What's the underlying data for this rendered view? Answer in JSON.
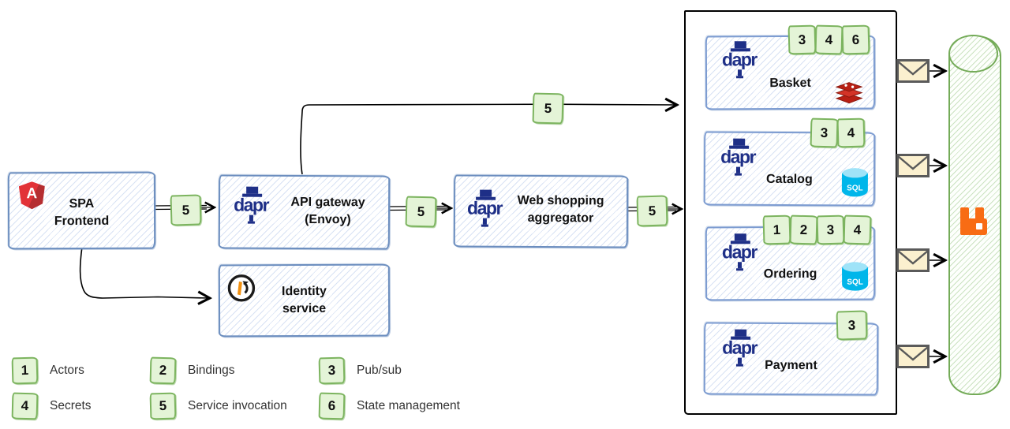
{
  "logos": {
    "dapr": "dapr",
    "angular": "A",
    "sql": "SQL"
  },
  "nodes": {
    "spa": {
      "label": "SPA\nFrontend"
    },
    "gateway": {
      "label": "API gateway\n(Envoy)"
    },
    "identity": {
      "label": "Identity\nservice"
    },
    "aggregator": {
      "label": "Web shopping\naggregator"
    },
    "basket": {
      "label": "Basket",
      "badges": [
        "3",
        "4",
        "6"
      ]
    },
    "catalog": {
      "label": "Catalog",
      "badges": [
        "3",
        "4"
      ]
    },
    "ordering": {
      "label": "Ordering",
      "badges": [
        "1",
        "2",
        "3",
        "4"
      ]
    },
    "payment": {
      "label": "Payment",
      "badges": [
        "3"
      ]
    }
  },
  "edges": {
    "spa_to_gateway": {
      "badge": "5"
    },
    "gateway_to_aggregator": {
      "badge": "5"
    },
    "aggregator_to_services": {
      "badge": "5"
    },
    "gateway_to_services": {
      "badge": "5"
    }
  },
  "legend": {
    "items": [
      {
        "num": "1",
        "label": "Actors"
      },
      {
        "num": "2",
        "label": "Bindings"
      },
      {
        "num": "3",
        "label": "Pub/sub"
      },
      {
        "num": "4",
        "label": "Secrets"
      },
      {
        "num": "5",
        "label": "Service invocation"
      },
      {
        "num": "6",
        "label": "State management"
      }
    ]
  },
  "colors": {
    "box_border_blue": "#6c8ebf",
    "badge_green_border": "#7cb45f",
    "badge_green_fill": "#e4f4d7",
    "dapr_navy": "#1e2f87",
    "angular_red": "#dd0031",
    "redis_red": "#c6302b",
    "sql_cyan": "#00b6ea",
    "rabbitmq_orange": "#ff6600",
    "bus_green": "#74ab58",
    "wire_black": "#000000"
  }
}
